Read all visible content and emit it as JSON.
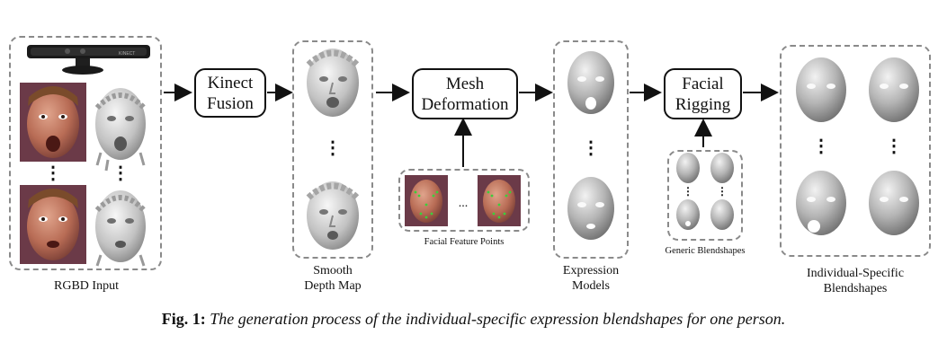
{
  "stages": {
    "rgbd_input": "RGBD Input",
    "kinect_fusion": [
      "Kinect",
      "Fusion"
    ],
    "smooth_depth_map": [
      "Smooth",
      "Depth Map"
    ],
    "mesh_deformation": [
      "Mesh",
      "Deformation"
    ],
    "facial_feature_points": "Facial Feature Points",
    "expression_models": [
      "Expression",
      "Models"
    ],
    "facial_rigging": [
      "Facial",
      "Rigging"
    ],
    "generic_blendshapes": "Generic Blendshapes",
    "individual_blendshapes": [
      "Individual-Specific",
      "Blendshapes"
    ],
    "ellipsis": "...",
    "vertical_ellipsis": "⋮",
    "kinect_brand": "KINECT"
  },
  "caption": {
    "label": "Fig. 1:",
    "text": "The generation process of the individual-specific expression blendshapes for one person."
  },
  "colors": {
    "skin_photo": "#a8604e",
    "photo_bg": "#6b3a48",
    "mesh_gray": "#b9b9b9",
    "feature_point": "#39d13a",
    "dashed_border": "#8a8a8a"
  }
}
